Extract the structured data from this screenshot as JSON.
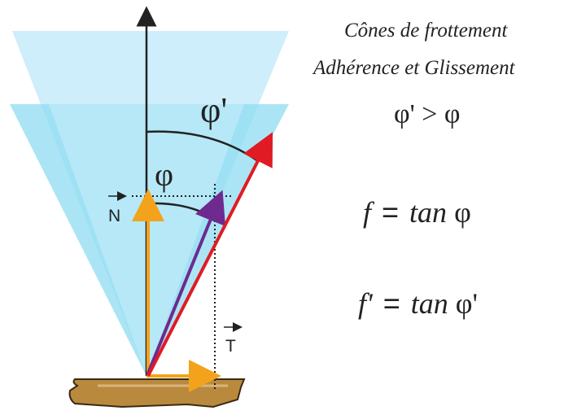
{
  "title": {
    "line1": "Cônes de frottement",
    "line2": "Adhérence et Glissement"
  },
  "inequality": "φ' > φ",
  "formulas": [
    {
      "lhs": "f",
      "eq": "=",
      "func": "tan",
      "arg": "φ"
    },
    {
      "lhs": "f'",
      "eq": "=",
      "func": "tan",
      "arg": "φ'"
    }
  ],
  "diagram_labels": {
    "phi_prime": "φ'",
    "phi": "φ",
    "N_vector": "N",
    "T_vector": "T"
  },
  "colors": {
    "outer_cone": "#cdeefa",
    "inner_cone": "#8fdcf2",
    "normal_arrow": "#f3a21c",
    "tangent_arrow": "#f3a21c",
    "adherence_arrow": "#6f2a8f",
    "sliding_arrow": "#e01b24",
    "ground": "#b98a3e"
  }
}
